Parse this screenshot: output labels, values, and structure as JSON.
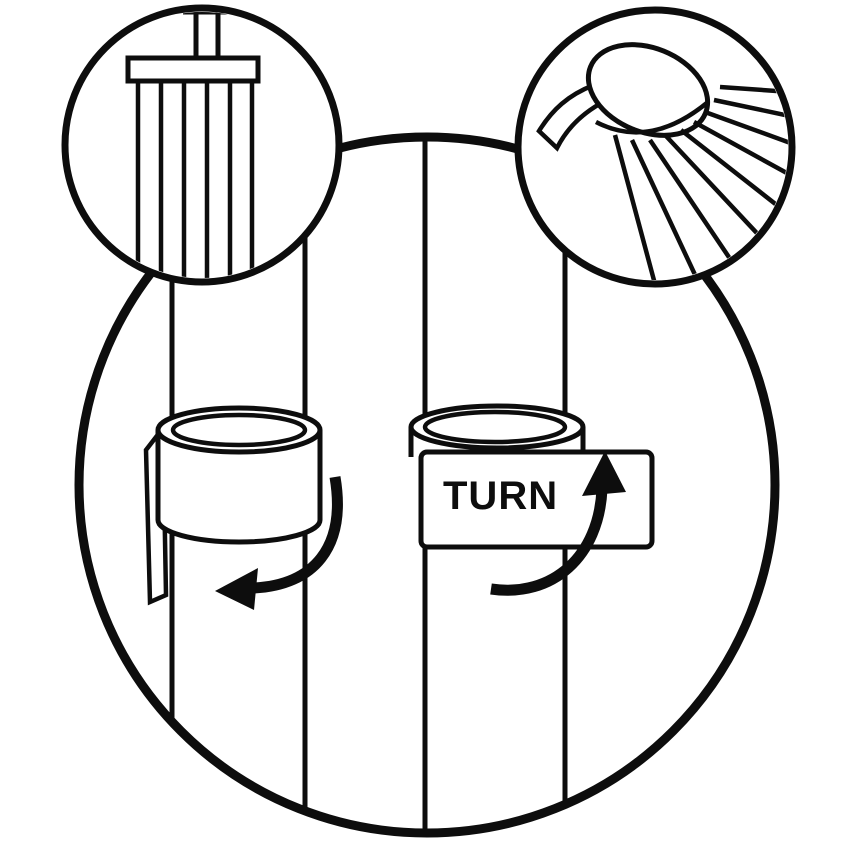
{
  "diagram": {
    "labels": {
      "turn": "TURN"
    },
    "colors": {
      "line": "#0d0d0d",
      "background": "#ffffff"
    },
    "icons": {
      "left_detail": "overhead-shower-water-streams",
      "right_detail": "handheld-showerhead-spray",
      "left_arrow": "counterclockwise-turn-arrow",
      "right_arrow": "upward-turn-arrow"
    }
  }
}
